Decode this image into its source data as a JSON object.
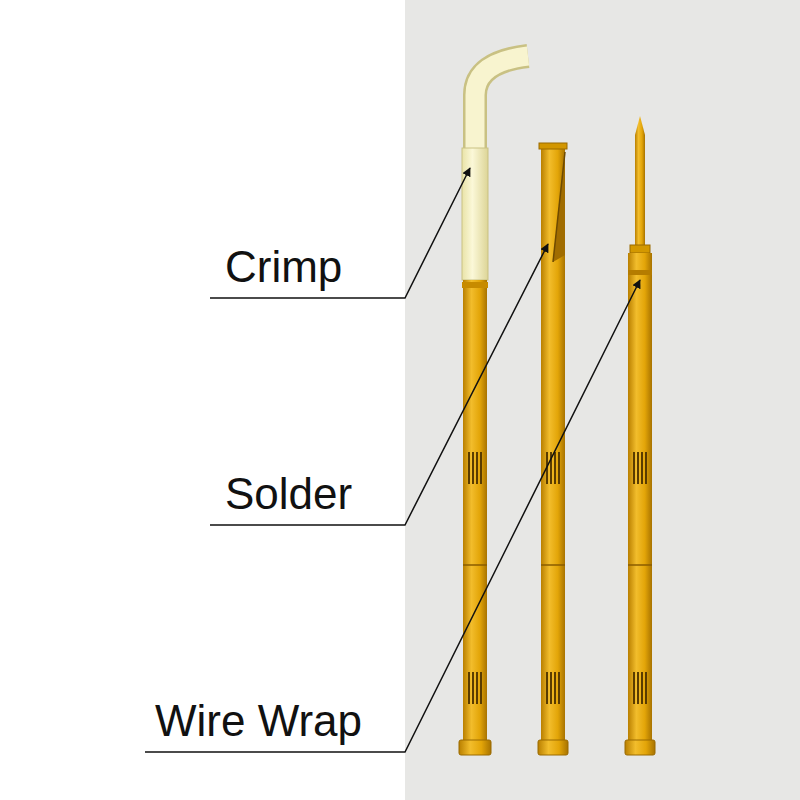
{
  "diagram": {
    "labels": [
      "Crimp",
      "Solder",
      "Wire Wrap"
    ]
  }
}
